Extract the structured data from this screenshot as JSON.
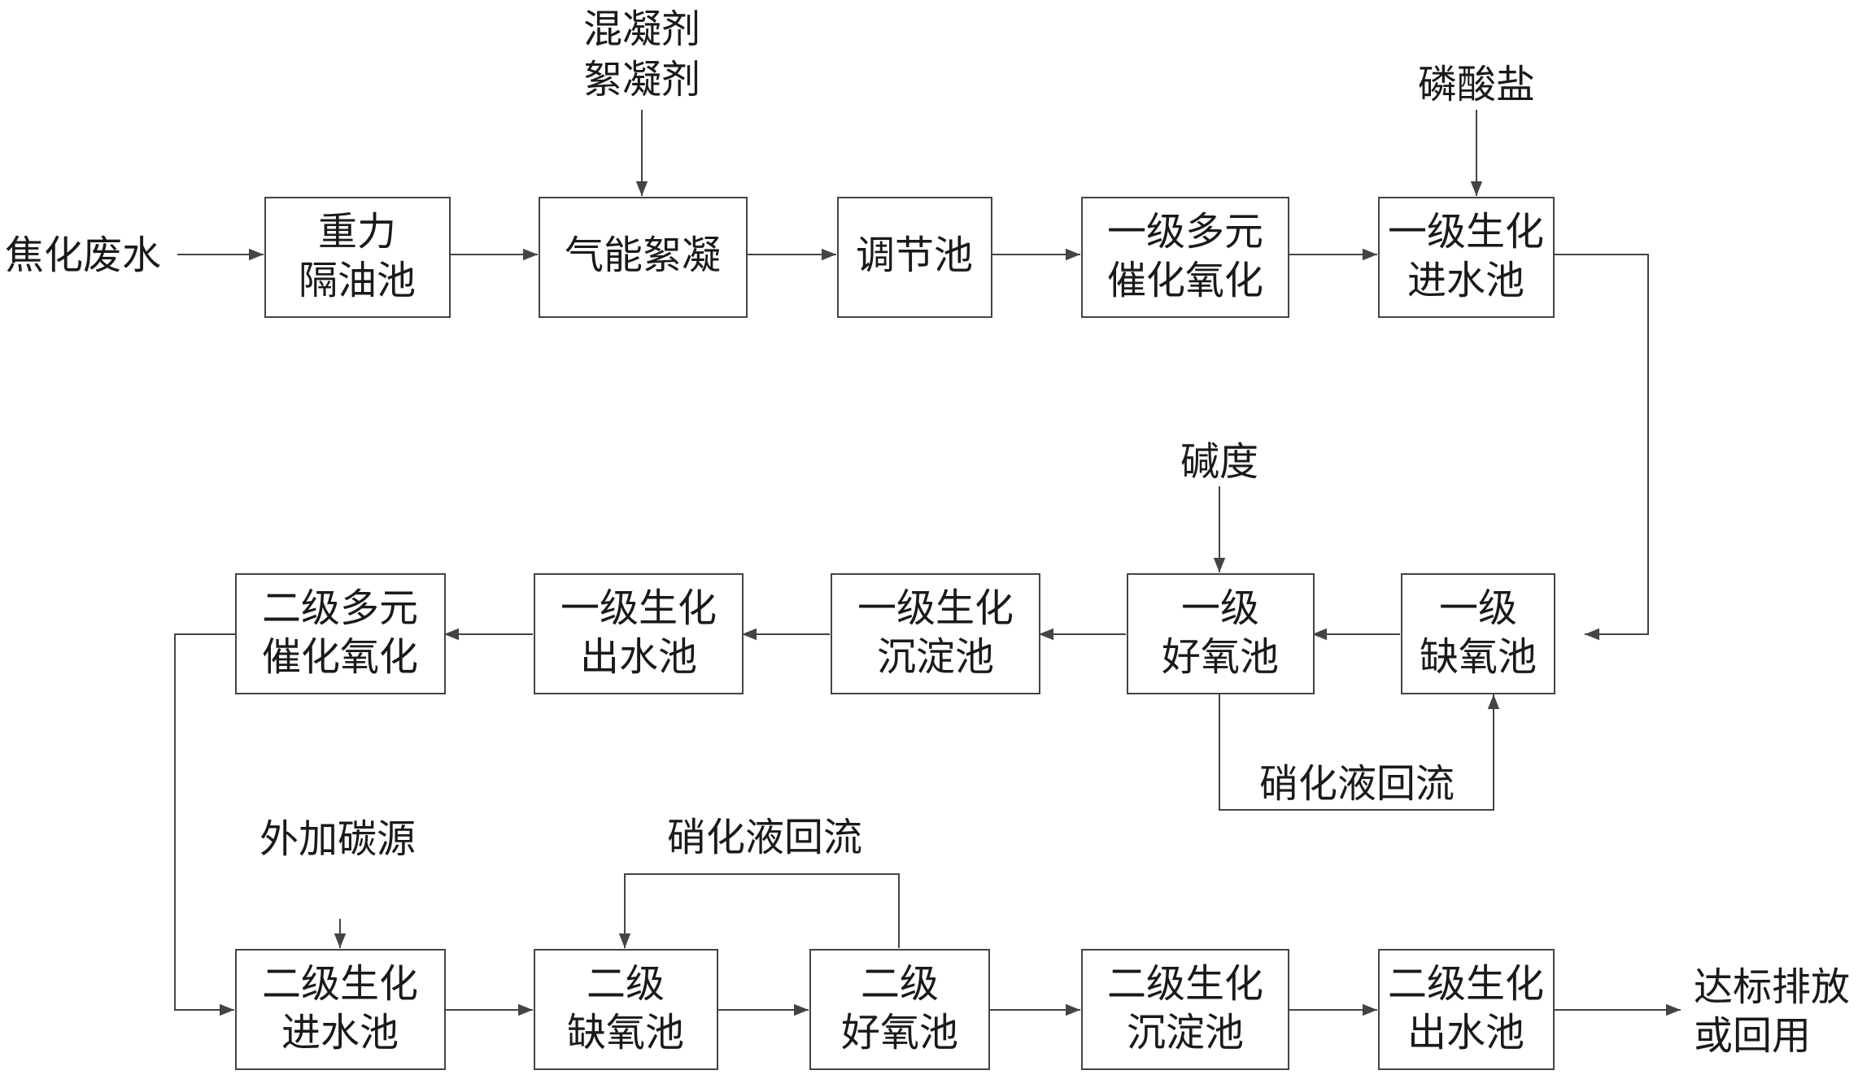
{
  "source": "焦化废水",
  "row1": {
    "gravity_oil_separator": [
      "重力",
      "隔油池"
    ],
    "air_flocculation": [
      "气能絮凝"
    ],
    "regulating_tank": [
      "调节池"
    ],
    "primary_catalytic_oxidation": [
      "一级多元",
      "催化氧化"
    ],
    "primary_bio_inlet": [
      "一级生化",
      "进水池"
    ]
  },
  "row2": {
    "primary_anoxic": [
      "一级",
      "缺氧池"
    ],
    "primary_aerobic": [
      "一级",
      "好氧池"
    ],
    "primary_sedimentation": [
      "一级生化",
      "沉淀池"
    ],
    "primary_bio_outlet": [
      "一级生化",
      "出水池"
    ],
    "secondary_catalytic_oxidation": [
      "二级多元",
      "催化氧化"
    ]
  },
  "row3": {
    "secondary_bio_inlet": [
      "二级生化",
      "进水池"
    ],
    "secondary_anoxic": [
      "二级",
      "缺氧池"
    ],
    "secondary_aerobic": [
      "二级",
      "好氧池"
    ],
    "secondary_sedimentation": [
      "二级生化",
      "沉淀池"
    ],
    "secondary_bio_outlet": [
      "二级生化",
      "出水池"
    ]
  },
  "inputs": {
    "coagulant": [
      "混凝剂",
      "絮凝剂"
    ],
    "phosphate": "磷酸盐",
    "alkalinity": "碱度",
    "carbon_source": "外加碳源"
  },
  "recycle": {
    "primary_nitrification_return": "硝化液回流",
    "secondary_nitrification_return": "硝化液回流"
  },
  "output": [
    "达标排放",
    "或回用"
  ],
  "colors": {
    "line": "#444444",
    "text": "#1a1a1a",
    "box_fill": "#ffffff"
  }
}
